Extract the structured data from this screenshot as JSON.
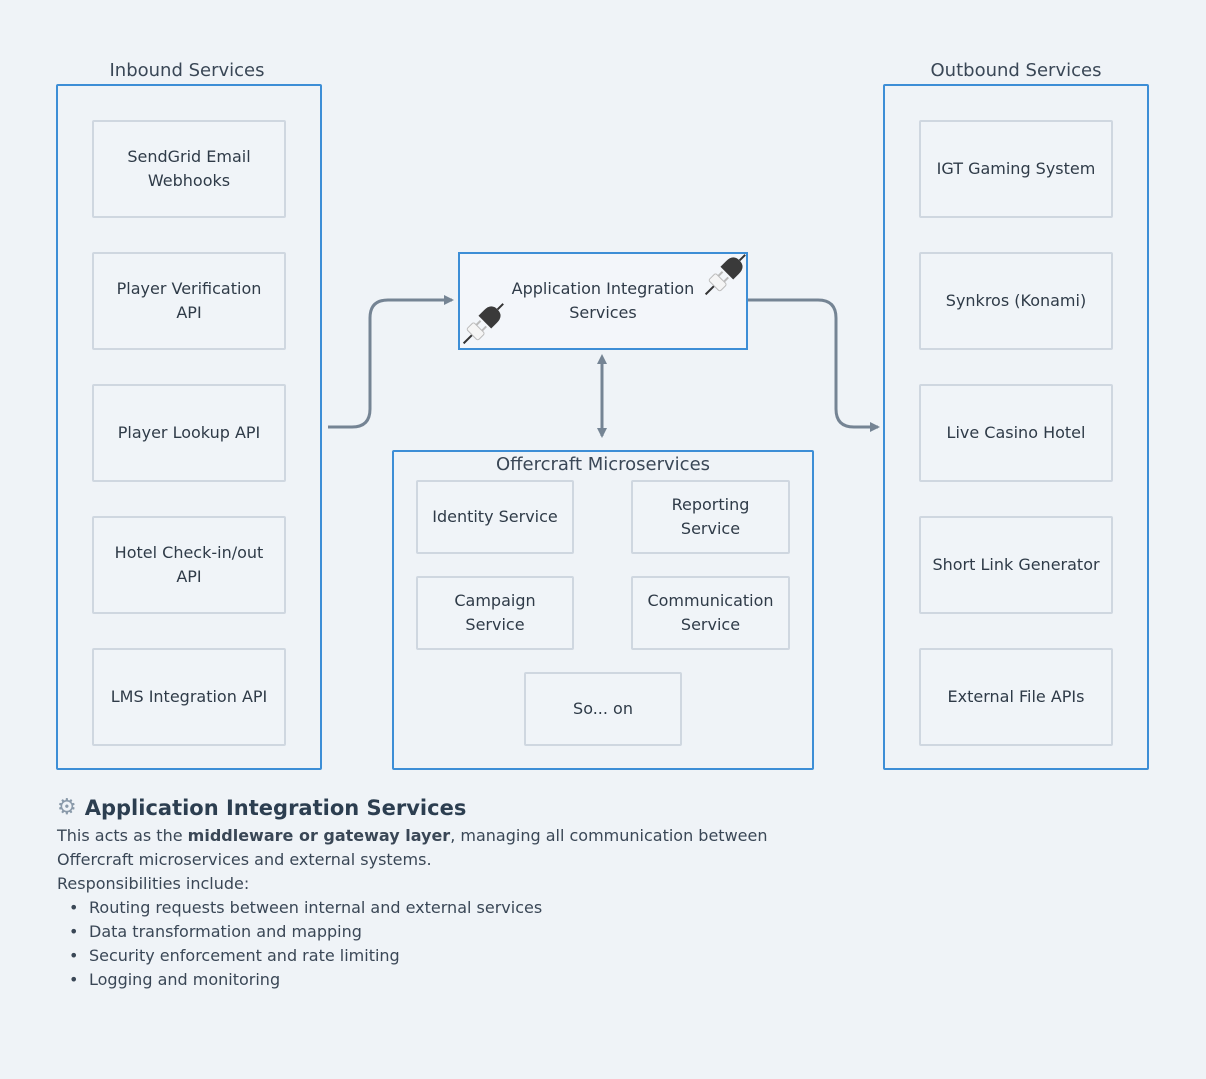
{
  "inbound": {
    "title": "Inbound Services",
    "items": [
      "SendGrid Email\nWebhooks",
      "Player Verification\nAPI",
      "Player Lookup API",
      "Hotel Check-in/out\nAPI",
      "LMS Integration API"
    ]
  },
  "outbound": {
    "title": "Outbound Services",
    "items": [
      "IGT Gaming System",
      "Synkros (Konami)",
      "Live Casino Hotel",
      "Short Link Generator",
      "External File APIs"
    ]
  },
  "gateway": {
    "label": "Application Integration\nServices",
    "icon": "plug-icon"
  },
  "microservices": {
    "title": "Offercraft Microservices",
    "items": [
      "Identity Service",
      "Reporting\nService",
      "Campaign\nService",
      "Communication\nService",
      "So... on"
    ]
  },
  "notes": {
    "icon": "gear-icon",
    "heading": "Application Integration Services",
    "intro_pre": "This acts as the ",
    "intro_bold": "middleware or gateway layer",
    "intro_post": ", managing all communication between Offercraft microservices and external systems.",
    "resp_label": "Responsibilities include:",
    "bullets": [
      "Routing requests between internal and external services",
      "Data transformation and mapping",
      "Security enforcement and rate limiting",
      "Logging and monitoring"
    ]
  },
  "colors": {
    "border": "#3d8ed6",
    "arrow": "#758494",
    "background": "#eff3f7"
  }
}
